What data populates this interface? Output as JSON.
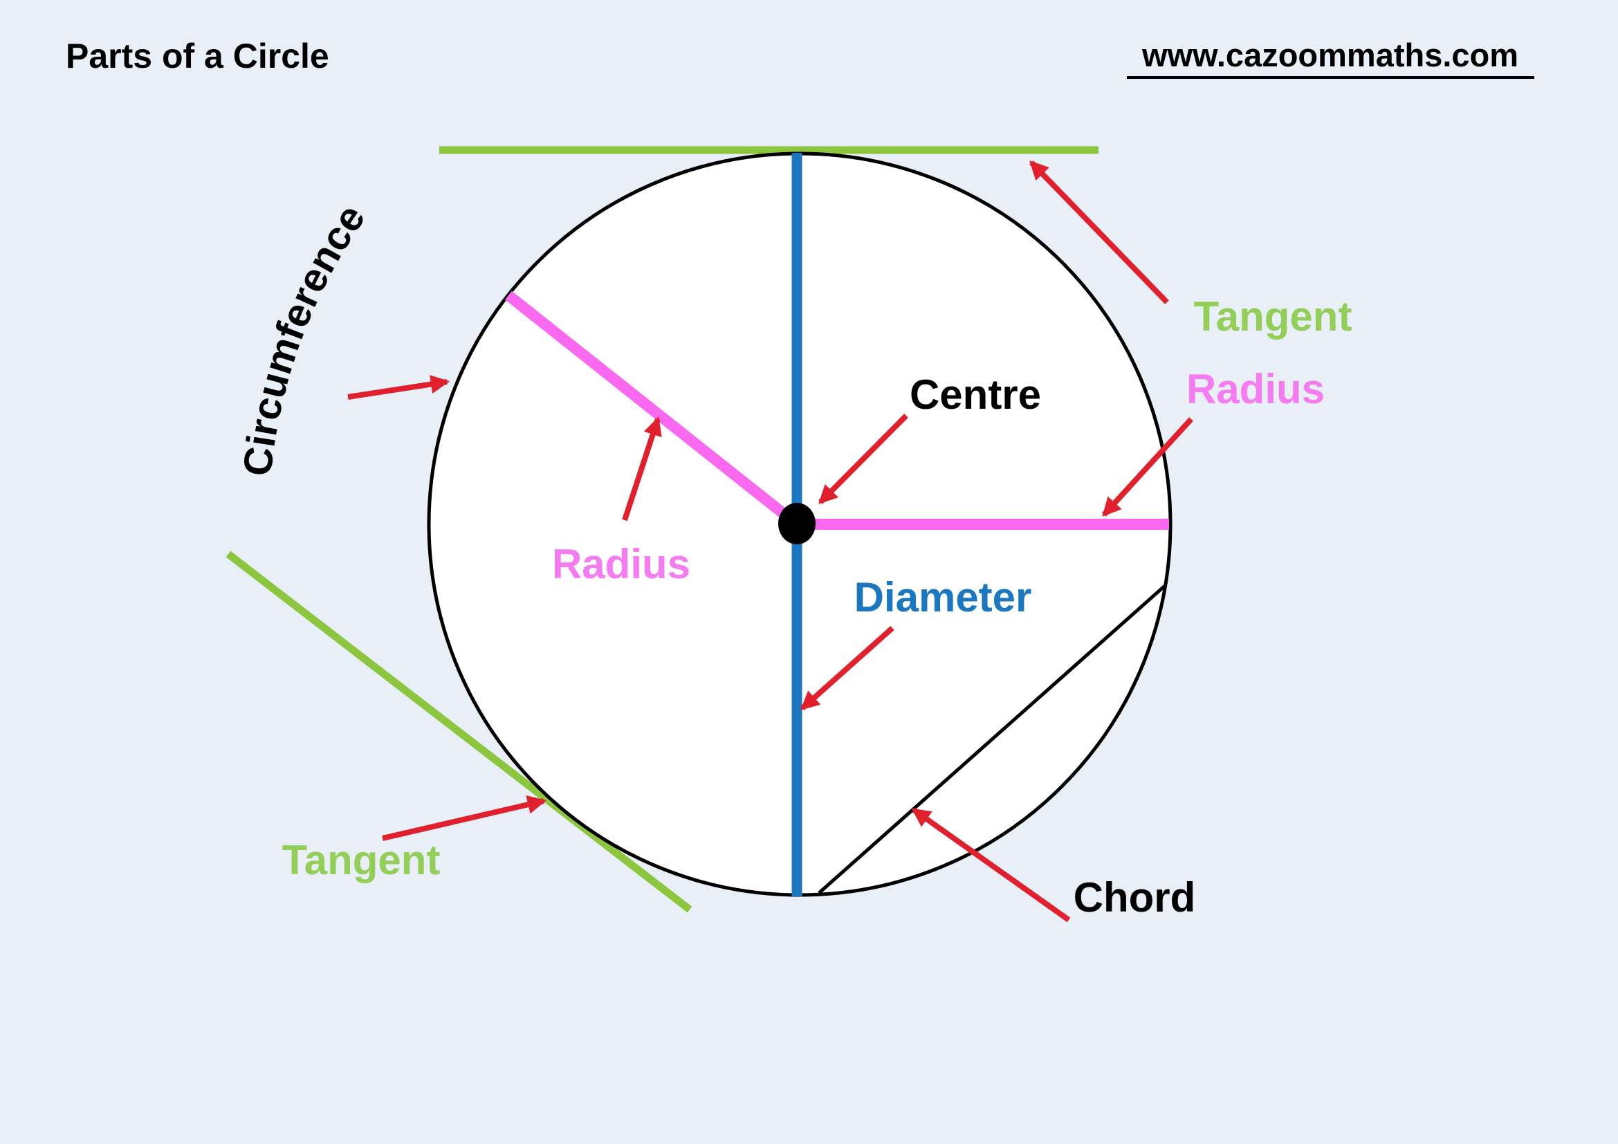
{
  "header": {
    "title": "Parts of a Circle",
    "website": "www.cazoommaths.com"
  },
  "labels": {
    "circumference": "Circumference",
    "tangent_top": "Tangent",
    "tangent_bottom": "Tangent",
    "radius_right": "Radius",
    "radius_left": "Radius",
    "centre": "Centre",
    "diameter": "Diameter",
    "chord": "Chord"
  },
  "colors": {
    "background": "#e8eff7",
    "circle_fill": "#ffffff",
    "black": "#000000",
    "tangent_green_line": "#8cc63f",
    "tangent_green_text": "#93ce58",
    "radius_pink_line": "#f869ef",
    "radius_pink_text": "#f57cf0",
    "diameter_blue": "#1b78c0",
    "arrow_red": "#e1202d"
  }
}
